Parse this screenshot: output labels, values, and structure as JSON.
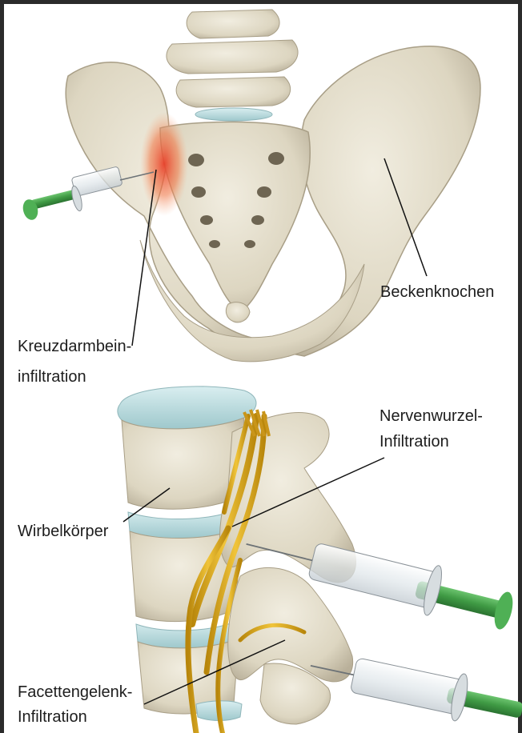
{
  "labels": {
    "beckenknochen": "Beckenknochen",
    "kreuzdarmbein_1": "Kreuzdarmbein-",
    "kreuzdarmbein_2": "infiltration",
    "nervenwurzel_1": "Nervenwurzel-",
    "nervenwurzel_2": "Infiltration",
    "wirbelkoerper": "Wirbelkörper",
    "facetten_1": "Facettengelenk-",
    "facetten_2": "Infiltration"
  },
  "colors": {
    "bone": "#e6e1cf",
    "bone_shadow": "#b9b09a",
    "disc": "#bcdcde",
    "nerve": "#d9a91c",
    "inflammation": "#e8402a",
    "syringe_plunger": "#3f9a44",
    "leader_line": "#111111"
  },
  "icons": {
    "syringe": "syringe-icon"
  }
}
